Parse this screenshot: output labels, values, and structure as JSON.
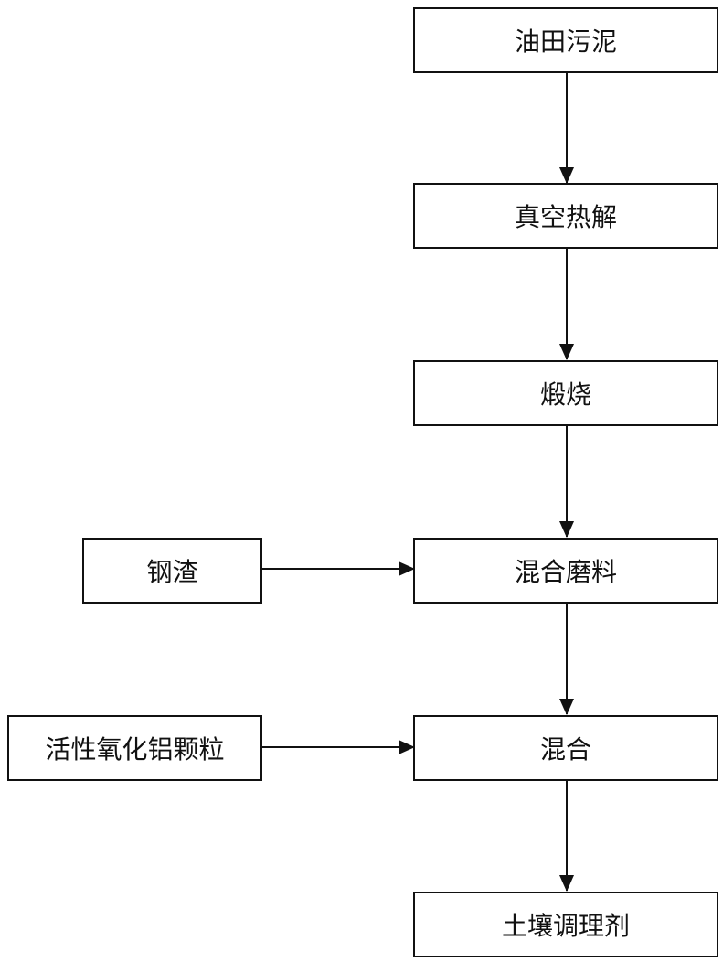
{
  "steps": {
    "oilfield_sludge": "油田污泥",
    "vacuum_pyrolysis": "真空热解",
    "calcination": "煅烧",
    "mixed_grinding": "混合磨料",
    "mixing": "混合",
    "soil_conditioner": "土壤调理剂"
  },
  "inputs": {
    "steel_slag": "钢渣",
    "activated_alumina": "活性氧化铝颗粒"
  },
  "colors": {
    "stroke": "#111111",
    "background": "#ffffff"
  }
}
